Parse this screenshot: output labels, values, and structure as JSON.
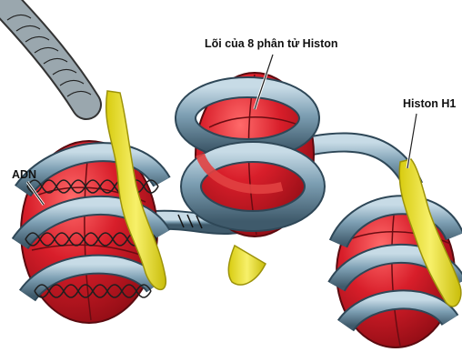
{
  "labels": {
    "histone_core": "Lõi của 8 phân tử Histon",
    "histone_h1": "Histon H1",
    "dna": "ADN"
  },
  "colors": {
    "histone_core": "#d81e2a",
    "histone_core_dark": "#8e0c14",
    "linker_tube": "#7d9fb3",
    "histone_h1": "#f2ea3a",
    "dna_strand": "#1f1f1f"
  }
}
